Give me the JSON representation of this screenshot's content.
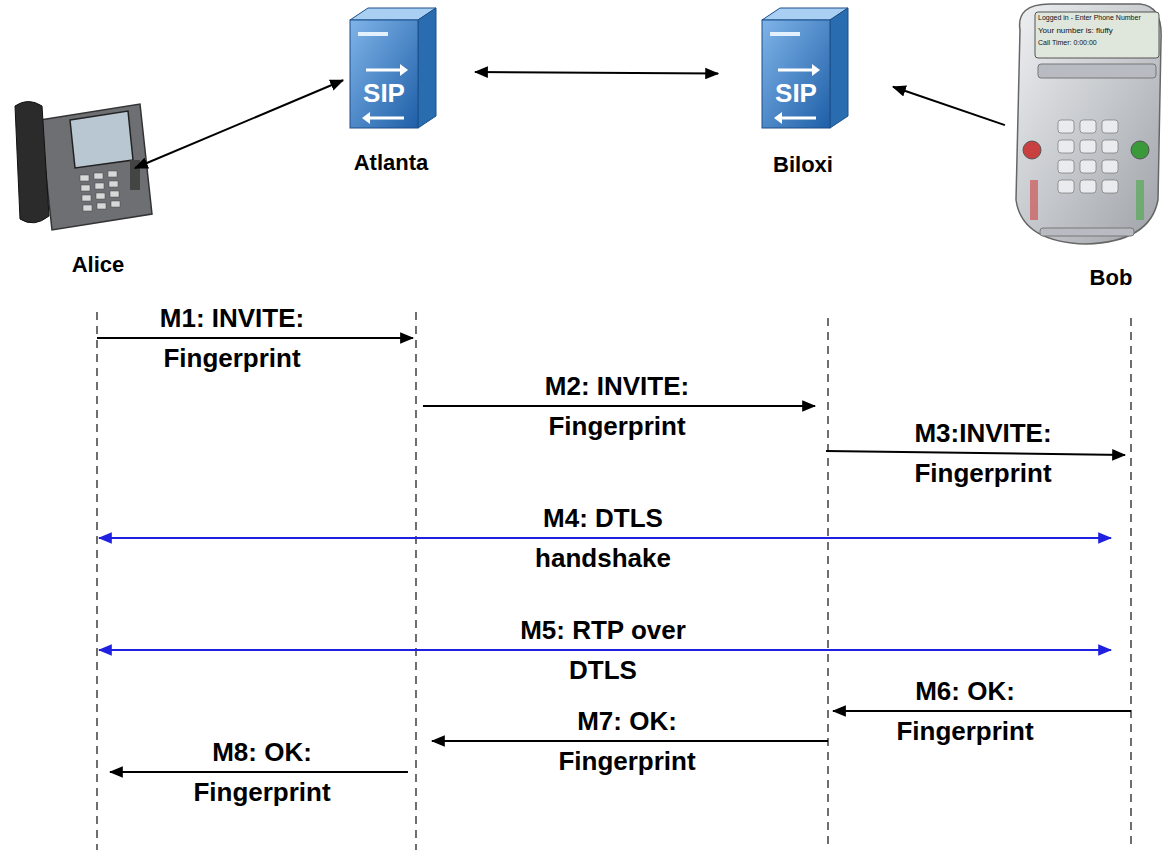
{
  "diagram": {
    "nodes": [
      {
        "text": [
          "Alice"
        ]
      },
      {
        "text": [
          "Atlanta"
        ]
      },
      {
        "text": [
          "Biloxi"
        ]
      },
      {
        "text": [
          "Bob"
        ]
      }
    ],
    "edges": [
      {
        "from": 0,
        "to": 1,
        "arrow": "both"
      },
      {
        "from": 1,
        "to": 2,
        "arrow": "both"
      },
      {
        "from": 3,
        "to": 2,
        "arrow": "to"
      },
      {
        "from": 0,
        "to": 1,
        "label": "M1: INVITE: Fingerprint",
        "arrow": "to"
      },
      {
        "from": 1,
        "to": 2,
        "label": "M2: INVITE: Fingerprint",
        "arrow": "to"
      },
      {
        "from": 2,
        "to": 3,
        "label": "M3:INVITE: Fingerprint",
        "arrow": "to"
      },
      {
        "from": 0,
        "to": 3,
        "label": "M4: DTLS handshake",
        "arrow": "both"
      },
      {
        "from": 0,
        "to": 3,
        "label": "M5: RTP over DTLS",
        "arrow": "both"
      },
      {
        "from": 3,
        "to": 2,
        "label": "M6: OK: Fingerprint",
        "arrow": "to"
      },
      {
        "from": 2,
        "to": 1,
        "label": "M7: OK: Fingerprint",
        "arrow": "to"
      },
      {
        "from": 1,
        "to": 0,
        "label": "M8: OK: Fingerprint",
        "arrow": "to"
      }
    ],
    "labels": [
      "SIP",
      "SIP",
      "Logged in - Enter Phone Number",
      "Your number is: fluffy",
      "Call Timer: 0:00:00"
    ]
  }
}
